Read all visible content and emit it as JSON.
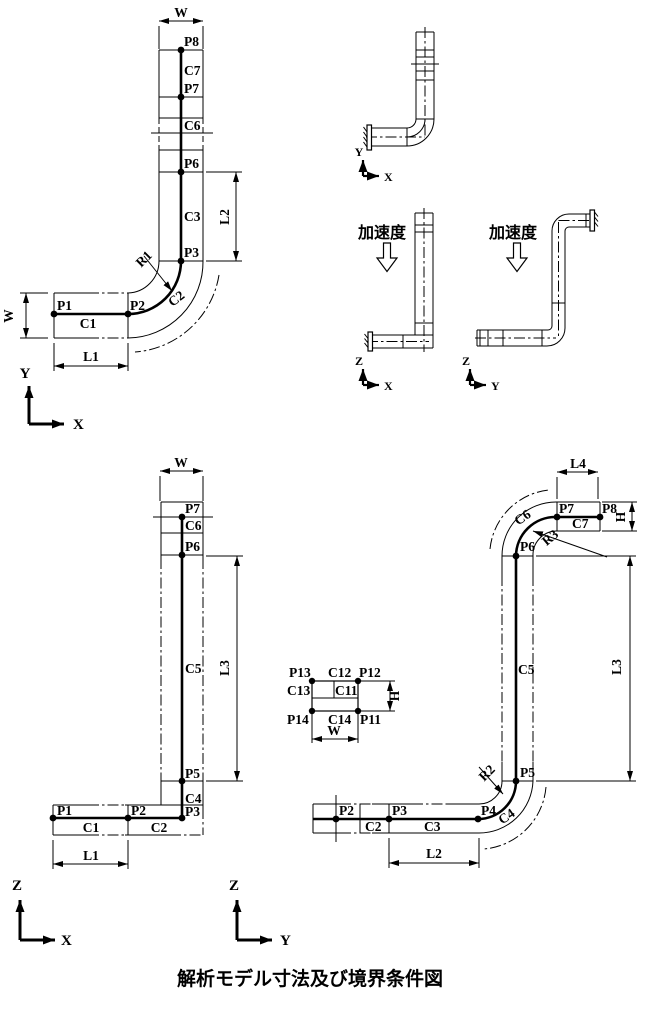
{
  "title": "解析モデル寸法及び境界条件図",
  "accel": "加速度",
  "axis": {
    "x": "X",
    "y": "Y",
    "z": "Z"
  },
  "tl": {
    "p1": "P1",
    "p2": "P2",
    "p3": "P3",
    "p6": "P6",
    "p7": "P7",
    "p8": "P8",
    "c1": "C1",
    "c2": "C2",
    "c3": "C3",
    "c6": "C6",
    "c7": "C7",
    "w_top": "W",
    "w_left": "W",
    "l1": "L1",
    "l2": "L2",
    "r1": "R1"
  },
  "bl": {
    "p1": "P1",
    "p2": "P2",
    "p3": "P3",
    "p5": "P5",
    "p6": "P6",
    "p7": "P7",
    "c1": "C1",
    "c2": "C2",
    "c4": "C4",
    "c5": "C5",
    "c6": "C6",
    "w": "W",
    "l1": "L1",
    "l3": "L3"
  },
  "br": {
    "p2": "P2",
    "p3": "P3",
    "p4": "P4",
    "p5": "P5",
    "p6": "P6",
    "p7": "P7",
    "p8": "P8",
    "c2": "C2",
    "c3": "C3",
    "c4": "C4",
    "c5": "C5",
    "c6": "C6",
    "c7": "C7",
    "l2": "L2",
    "l3": "L3",
    "l4": "L4",
    "h": "H",
    "r2": "R2",
    "r3": "R3"
  },
  "xs": {
    "p11": "P11",
    "p12": "P12",
    "p13": "P13",
    "p14": "P14",
    "c11": "C11",
    "c12": "C12",
    "c13": "C13",
    "c14": "C14",
    "w": "W",
    "h": "H"
  }
}
